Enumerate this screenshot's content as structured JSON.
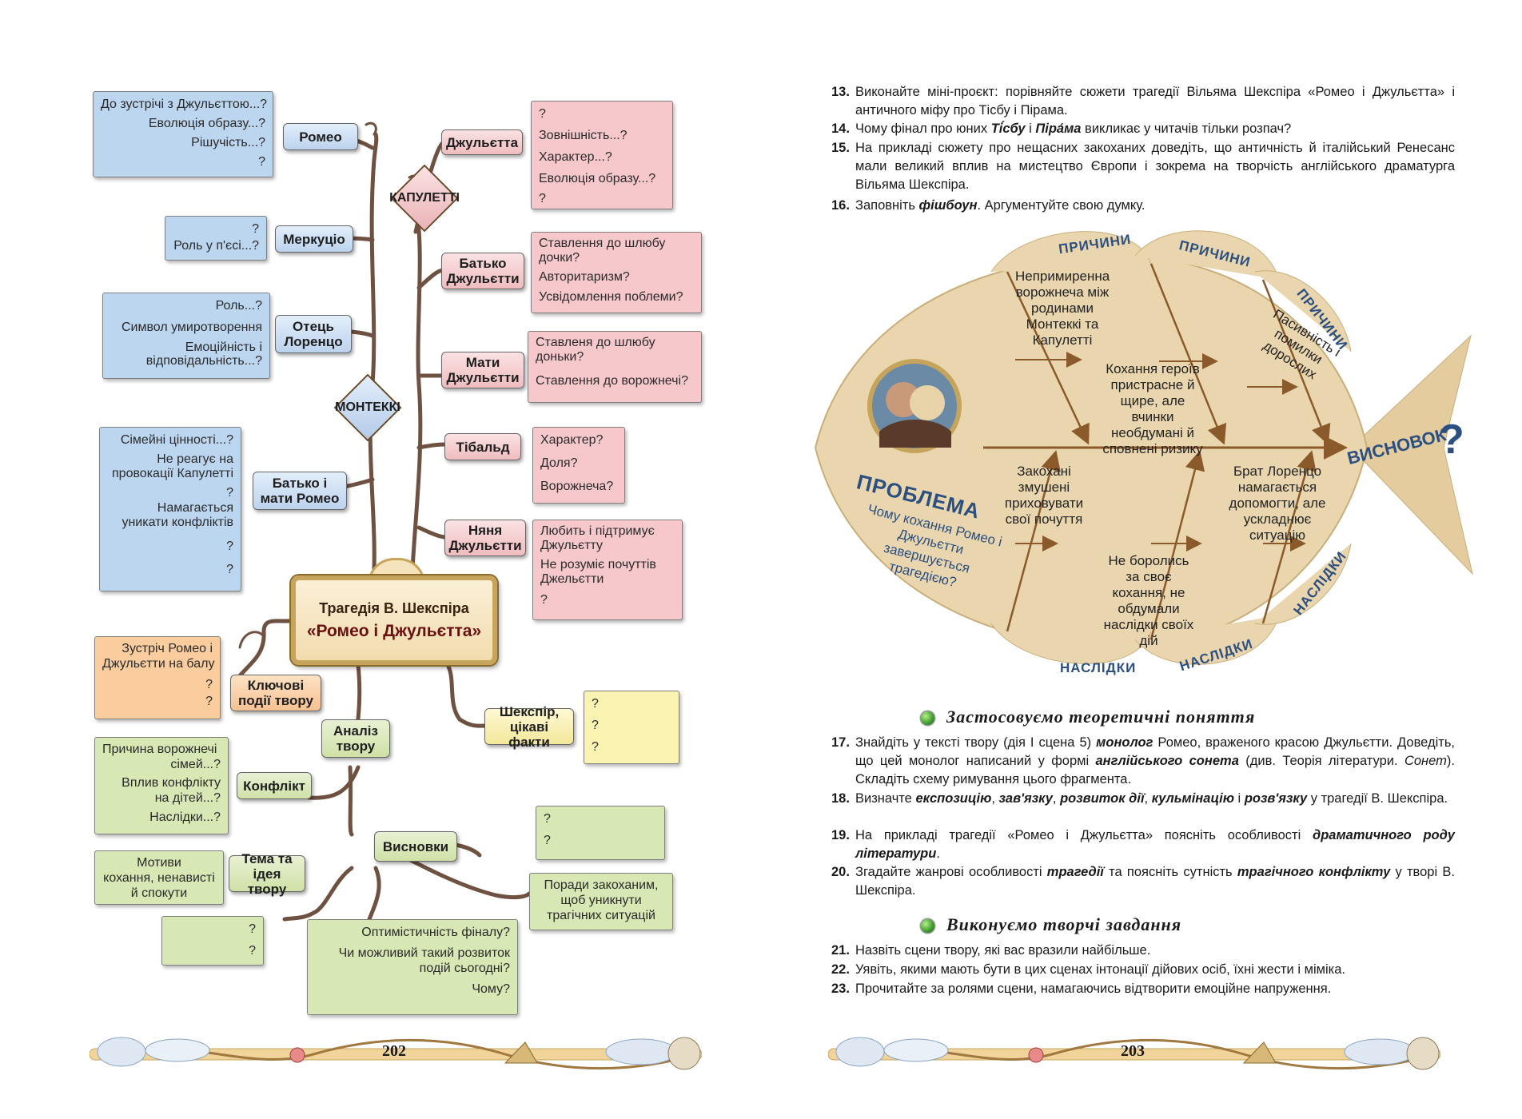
{
  "left_page": {
    "page_number": "202",
    "title_line1": "Трагедія В. Шекспіра",
    "title_line2": "«Ромео і Джульєтта»",
    "montekki": "МОНТЕККІ",
    "kapuletti": "КАПУЛЕТТІ",
    "nodes": {
      "romeo": "Ромео",
      "merkutsio": "Меркуціо",
      "lorenzo": "Отець\nЛоренцо",
      "romeo_parents": "Батько і\nмати Ромео",
      "juliet": "Джульєтта",
      "juliet_father": "Батько\nДжульєтти",
      "juliet_mother": "Мати\nДжульєтти",
      "tybalt": "Тібальд",
      "nurse": "Няня\nДжульєтти",
      "key_events": "Ключові\nподії твору",
      "analysis": "Аналіз\nтвору",
      "shakespeare": "Шекспір,\nцікаві факти",
      "conflict": "Конфлікт",
      "theme": "Тема та\nідея твору",
      "conclusions": "Висновки"
    },
    "boxes": {
      "romeo": [
        "До зустрічі з Джульєттою...?",
        "Еволюція образу...?",
        "Рішучість...?",
        "?"
      ],
      "merkutsio": [
        "?",
        "Роль у п'єсі...?"
      ],
      "lorenzo": [
        "Роль...?",
        "Символ умиротворення",
        "Емоційність і",
        "відповідальність...?"
      ],
      "romeo_parents": [
        "Сімейні цінності...?",
        "Не реагує на",
        "провокації Капулетті",
        "?",
        "Намагається",
        "уникати конфліктів",
        "?",
        "?"
      ],
      "juliet": [
        "?",
        "Зовнішність...?",
        "Характер...?",
        "Еволюція образу...?",
        "?"
      ],
      "juliet_father": [
        "Ставлення до шлюбу",
        "дочки?",
        "Авторитаризм?",
        "Усвідомлення поблеми?"
      ],
      "juliet_mother": [
        "Ставленя до шлюбу",
        "доньки?",
        "Ставлення до ворожнечі?"
      ],
      "tybalt": [
        "Характер?",
        "Доля?",
        "Ворожнеча?"
      ],
      "nurse": [
        "Любить і підтримує",
        "Джульєтту",
        "Не розуміє почуттів",
        "Джельєтти",
        "?"
      ],
      "key_events": [
        "Зустріч Ромео і",
        "Джульєтти на балу",
        "?",
        "?"
      ],
      "shakespeare": [
        "?",
        "?",
        "?"
      ],
      "conflict": [
        "Причина ворожнечі",
        "сімей...?",
        "Вплив конфлікту",
        "на дітей...?",
        "Наслідки...?"
      ],
      "conclusions_q": [
        "?",
        "?"
      ],
      "advice": [
        "Поради закоханим,",
        "щоб уникнути",
        "трагічних ситуацій"
      ],
      "theme": [
        "Мотиви",
        "кохання, ненависті",
        "й спокути"
      ],
      "theme_q": [
        "?",
        "?"
      ],
      "final": [
        "Оптимістичність фіналу?",
        "Чи можливий такий розвиток",
        "подій сьогодні?",
        "Чому?"
      ]
    }
  },
  "right_page": {
    "page_number": "203",
    "q13": "Виконайте міні-проєкт: порівняйте сюжети трагедії Вільяма Шекспіра «Ромео і Джульєтта» і античного міфу про Тісбу і Пірама.",
    "q14_a": "Чому фінал про юних ",
    "q14_b": "Ті́сбу",
    "q14_c": " і ",
    "q14_d": "Піра́ма",
    "q14_e": " викликає у читачів тільки розпач?",
    "q15": "На прикладі сюжету про нещасних закоханих доведіть, що античність й італійський Ренесанс мали великий вплив на мистецтво Європи і зокрема на творчість англійського драматурга Вільяма Шекспіра.",
    "q16_a": "Заповніть ",
    "q16_b": "фішбоун",
    "q16_c": ". Аргументуйте свою думку.",
    "fish": {
      "causes1": "ПРИЧИНИ",
      "causes2": "ПРИЧИНИ",
      "causes3": "ПРИЧИНИ",
      "cons1": "НАСЛІДКИ",
      "cons2": "НАСЛІДКИ",
      "cons3": "НАСЛІДКИ",
      "problem": "ПРОБЛЕМА",
      "problem_q": "Чому кохання Ромео і Джульєтти завершується трагедією?",
      "conclusion": "ВИСНОВОК",
      "qmark": "?",
      "t1": "Непримиренна ворожнеча між родинами Монтеккі та Капулетті",
      "t2": "Кохання героїв пристрасне й щире, але вчинки необдумані й сповнені ризику",
      "t3": "Пасивність і помилки дорослих",
      "t4": "Закохані змушені приховувати свої почуття",
      "t5": "Не боролись за своє кохання, не обдумали наслідки своїх дій",
      "t6": "Брат Лоренцо намагається допомогти, але ускладнює ситуацію"
    },
    "section1": "Застосовуємо теоретичні поняття",
    "q17_parts": [
      "Знайдіть у тексті твору (дія І сцена 5) ",
      "монолог",
      " Ромео, враженого красою Джульєтти. Доведіть, що цей монолог написаний у формі ",
      "англійського сонета",
      " (див. Теорія літератури. ",
      "Сонет",
      "). Складіть схему римування цього фрагмента."
    ],
    "q18_parts": [
      "Визначте ",
      "експозицію",
      ", ",
      "зав'язку",
      ", ",
      "розвиток дії",
      ", ",
      "кульмінацію",
      " і ",
      "розв'язку",
      " у трагедії В. Шекспіра."
    ],
    "q19_parts": [
      "На прикладі трагедії «Ромео і Джульєтта» поясніть особливості ",
      "драматичного роду літератури",
      "."
    ],
    "q20_parts": [
      "Згадайте жанрові особливості ",
      "трагедії",
      " та поясніть сутність ",
      "трагічного конфлікту",
      " у творі В. Шекспіра."
    ],
    "section2": "Виконуємо творчі завдання",
    "q21": "Назвіть сцени твору, які вас вразили найбільше.",
    "q22": "Уявіть, якими мають бути в цих сценах інтонації дійових осіб, їхні жести і міміка.",
    "q23": "Прочитайте за ролями сцени, намагаючись відтворити емоційне напруження.",
    "numbers": [
      "13.",
      "14.",
      "15.",
      "16.",
      "17.",
      "18.",
      "19.",
      "20.",
      "21.",
      "22.",
      "23."
    ]
  },
  "colors": {
    "branch": "#6e5140",
    "blue": "#bcd6f0",
    "pink": "#f6c8cb",
    "green": "#d8e8b4",
    "fish": "#e8d2a8",
    "label_blue": "#2b4f80",
    "arrow": "#8a5a2a"
  }
}
